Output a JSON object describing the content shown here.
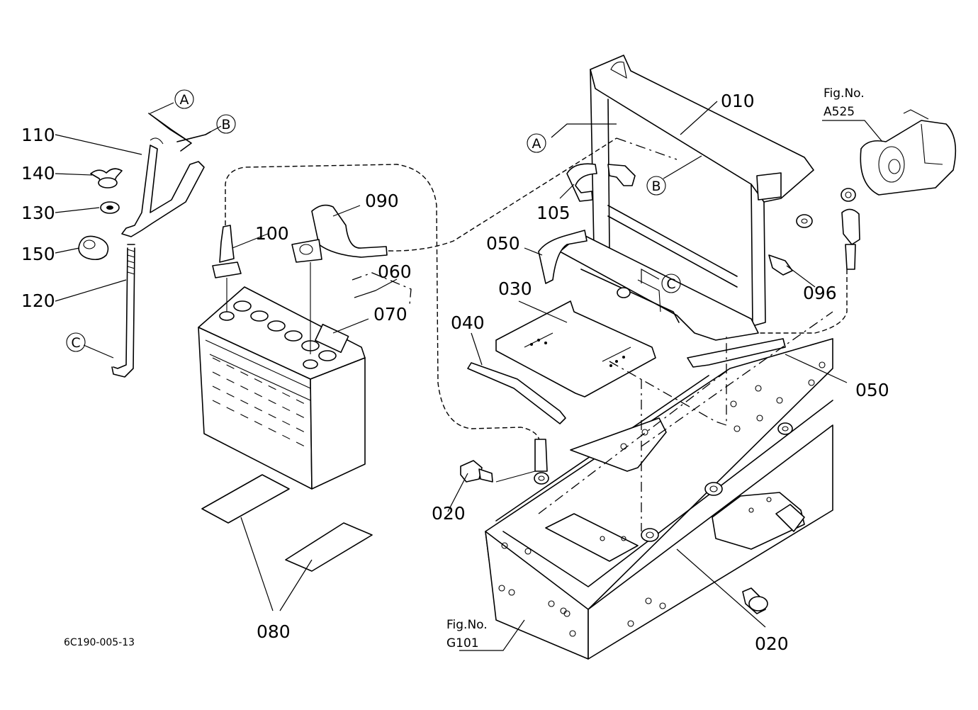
{
  "part_labels": {
    "p010": "010",
    "p020a": "020",
    "p020b": "020",
    "p030": "030",
    "p040": "040",
    "p050a": "050",
    "p050b": "050",
    "p060": "060",
    "p070": "070",
    "p080": "080",
    "p090": "090",
    "p096": "096",
    "p100": "100",
    "p105": "105",
    "p110": "110",
    "p120": "120",
    "p130": "130",
    "p140": "140",
    "p150": "150"
  },
  "ref_markers": {
    "a1": "A",
    "a2": "A",
    "b1": "B",
    "b2": "B",
    "c1": "C",
    "c2": "C"
  },
  "fig_refs": {
    "starter": {
      "title": "Fig.No.",
      "number": "A525"
    },
    "frame": {
      "title": "Fig.No.",
      "number": "G101"
    }
  },
  "drawing_code": "6C190-005-13"
}
